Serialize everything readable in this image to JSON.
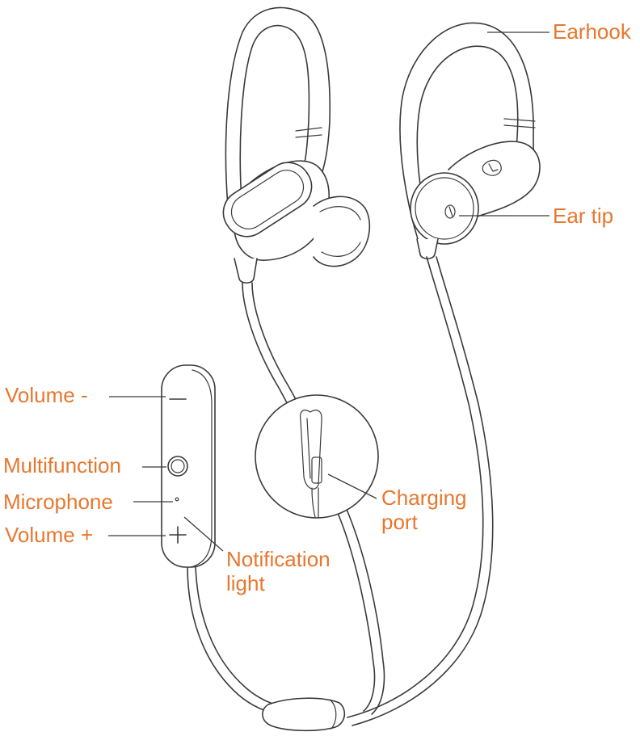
{
  "diagram": {
    "accent_color": "#e8772e",
    "line_color": "#3a3a3a",
    "callouts": {
      "earhook": "Earhook",
      "ear_tip": "Ear tip",
      "volume_minus": "Volume -",
      "multifunction": "Multifunction",
      "microphone": "Microphone",
      "volume_plus": "Volume +",
      "notification_light": [
        "Notification",
        "light"
      ],
      "charging_port": [
        "Charging",
        "port"
      ]
    }
  }
}
